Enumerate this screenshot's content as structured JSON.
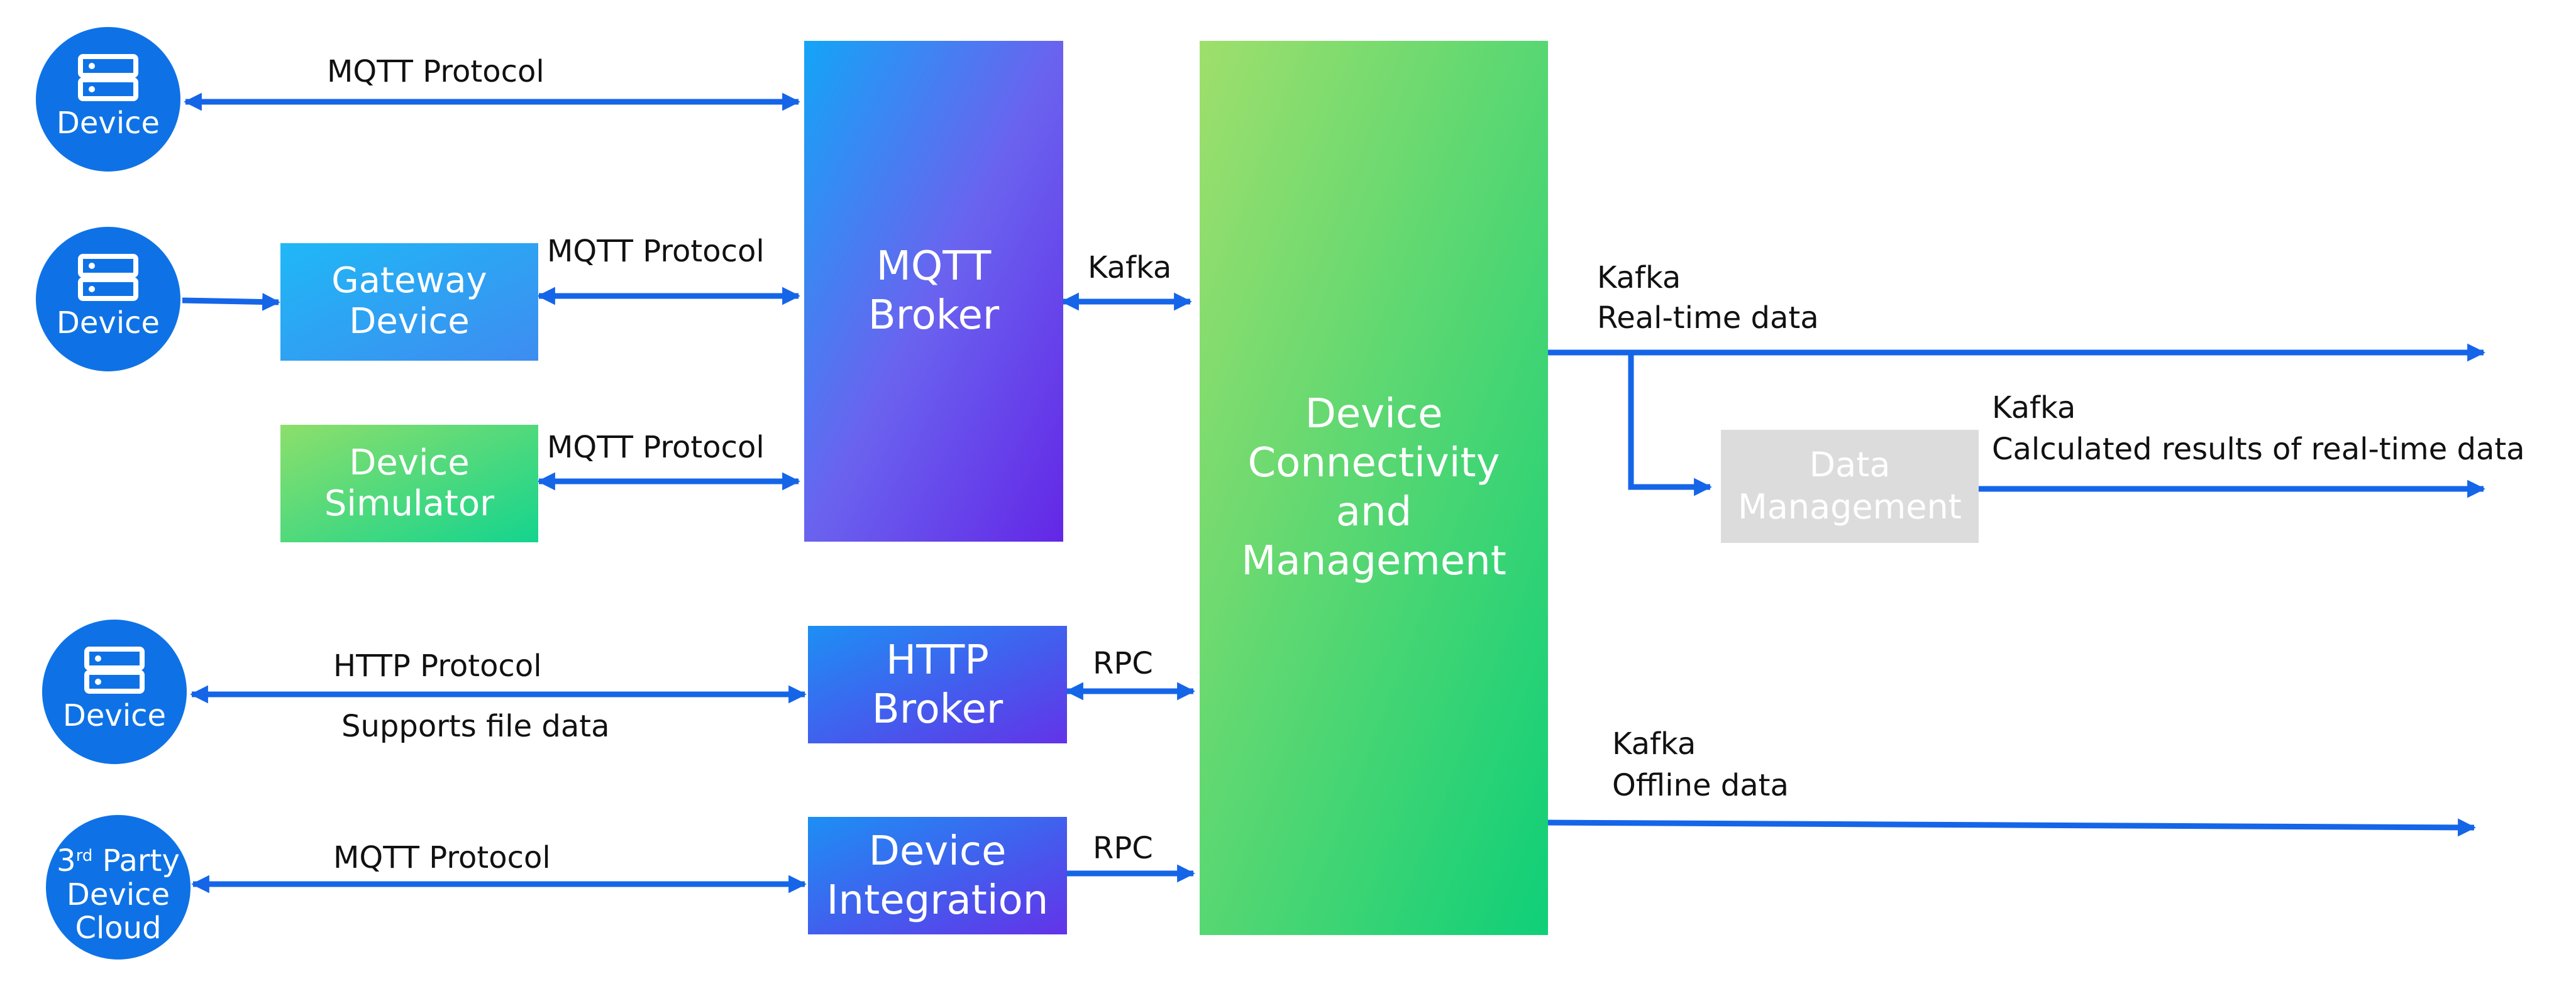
{
  "devices": {
    "device_1": "Device",
    "device_2": "Device",
    "device_3": "Device",
    "third_party": {
      "line1_prefix": "3",
      "line1_sup": "rd",
      "line1_suffix": " Party",
      "line2": "Device",
      "line3": "Cloud"
    }
  },
  "boxes": {
    "gateway": [
      "Gateway",
      "Device"
    ],
    "simulator": [
      "Device",
      "Simulator"
    ],
    "mqtt_broker": [
      "MQTT",
      "Broker"
    ],
    "http_broker": [
      "HTTP",
      "Broker"
    ],
    "device_integration": [
      "Device",
      "Integration"
    ],
    "dcm": [
      "Device",
      "Connectivity",
      "and",
      "Management"
    ],
    "data_management": [
      "Data",
      "Management"
    ]
  },
  "edge_labels": {
    "mqtt_1": "MQTT Protocol",
    "mqtt_2": "MQTT Protocol",
    "mqtt_3": "MQTT Protocol",
    "http": "HTTP Protocol",
    "http_sub": "Supports file data",
    "mqtt_4": "MQTT Protocol",
    "kafka_broker": "Kafka",
    "rpc_1": "RPC",
    "rpc_2": "RPC",
    "kafka_rt": [
      "Kafka",
      "Real-time data"
    ],
    "kafka_calc": [
      "Kafka",
      "Calculated results of real-time data"
    ],
    "kafka_offline": [
      "Kafka",
      "Offline data"
    ]
  },
  "colors": {
    "arrow": "#1565e8",
    "device_circle": "#0e72e6",
    "gateway_gradient": [
      "#1fb5f5",
      "#3d8ef0"
    ],
    "simulator_gradient": [
      "#86dd6e",
      "#17d58d"
    ],
    "broker_gradient": [
      "#13a5f6",
      "#6a63ef",
      "#6327e6"
    ],
    "dcm_gradient": [
      "#9bde6d",
      "#10d078"
    ],
    "data_management": "#dcdcdc"
  }
}
